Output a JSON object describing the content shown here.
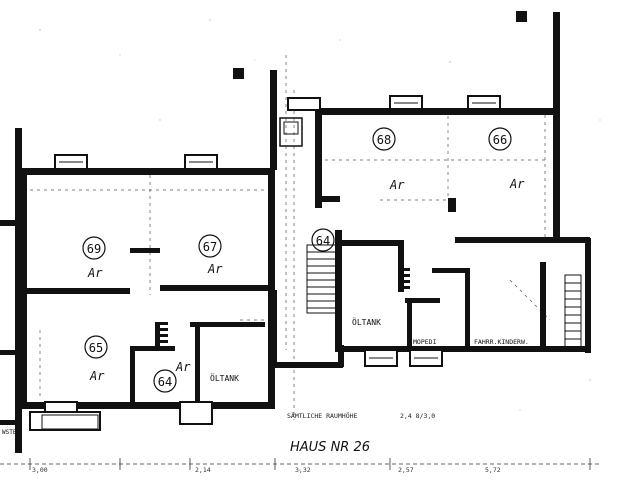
{
  "rooms": {
    "r69": "69",
    "r67": "67",
    "r65": "65",
    "r64_left": "64",
    "r64_stair": "64",
    "r68": "68",
    "r66": "66"
  },
  "labels": {
    "ar_69": "Ar",
    "ar_67": "Ar",
    "ar_65": "Ar",
    "ar_64": "Ar",
    "ar_68": "Ar",
    "ar_66": "Ar",
    "oltank_left": "ÖLTANK",
    "oltank_right": "ÖLTANK",
    "mopedi": "MOPEDI",
    "fahrradkinder": "FAHRR.KINDERW.",
    "samtliche": "SÄMTLICHE RAUMHÖHE",
    "samtliche_val": "2,4 8/3,0",
    "haus": "HAUS NR 26",
    "left_note": "WSTE"
  },
  "dimensions": {
    "d1": "3,00",
    "d2": "2,14",
    "d3": "3,32",
    "d4": "2,57",
    "d5": "5,72"
  }
}
